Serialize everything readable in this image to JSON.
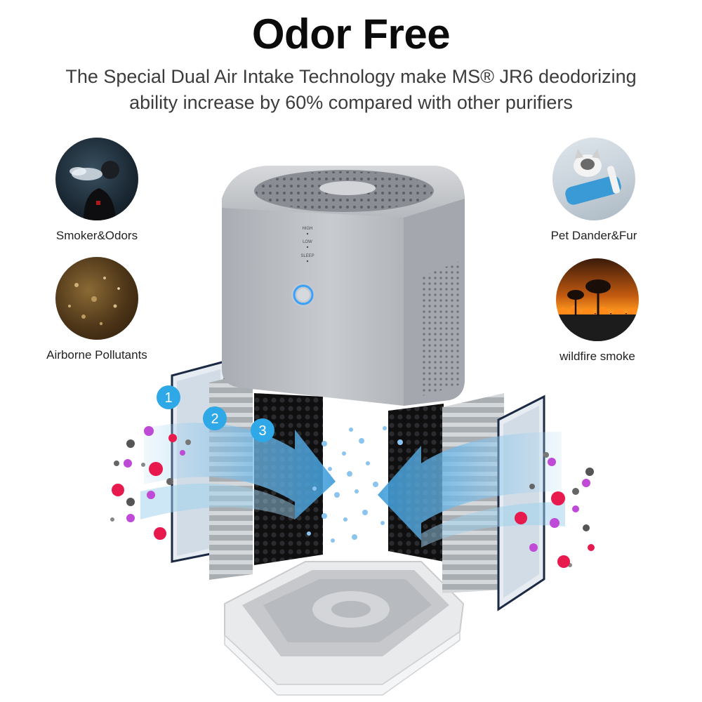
{
  "heading": {
    "title": "Odor Free",
    "subtitle_line1": "The Special  Dual Air Intake Technology make MS® JR6 deodorizing",
    "subtitle_line2": "ability increase by 60% compared with other purifiers"
  },
  "features": {
    "smoker": "Smoker&Odors",
    "airborne": "Airborne Pollutants",
    "pet": "Pet Dander&Fur",
    "wildfire": "wildfire smoke"
  },
  "device": {
    "mode_high": "HIGH",
    "mode_low": "LOW",
    "mode_sleep": "SLEEP"
  },
  "filter_steps": [
    "1",
    "2",
    "3"
  ],
  "colors": {
    "step_badge": "#2ea8e6",
    "device_body": "#b9bcc1",
    "power_ring": "#3aa0ff",
    "virus_red": "#e8194d",
    "virus_purple": "#c04ad8",
    "particle_gray": "#5a5a5a"
  }
}
